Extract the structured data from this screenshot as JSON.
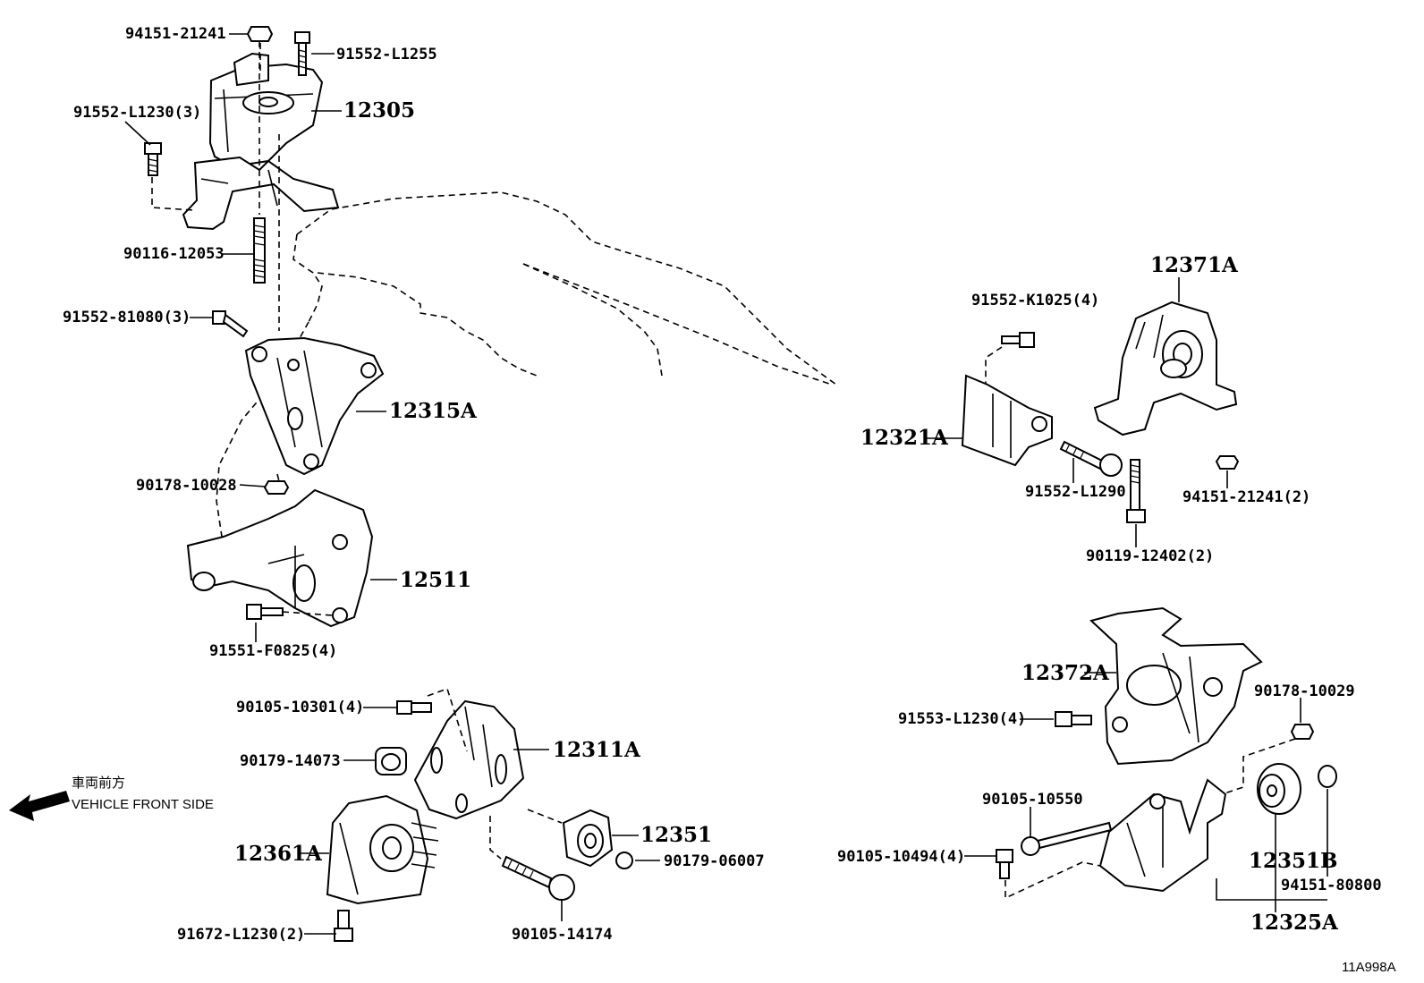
{
  "parts": {
    "p1": "94151-21241",
    "p2": "91552-L1255",
    "p3": "91552-L1230(3)",
    "p4": "12305",
    "p5": "90116-12053",
    "p6": "91552-81080(3)",
    "p7": "12315A",
    "p8": "90178-10028",
    "p9": "12511",
    "p10": "91551-F0825(4)",
    "p11": "90105-10301(4)",
    "p12": "12311A",
    "p13": "90179-14073",
    "p14": "12351",
    "p15": "90179-06007",
    "p16": "12361A",
    "p17": "90105-14174",
    "p18": "91672-L1230(2)",
    "p19": "12371A",
    "p20": "91552-K1025(4)",
    "p21": "12321A",
    "p22": "91552-L1290",
    "p23": "94151-21241(2)",
    "p24": "90119-12402(2)",
    "p25": "12372A",
    "p26": "90178-10029",
    "p27": "91553-L1230(4)",
    "p28": "90105-10550",
    "p29": "90105-10494(4)",
    "p30": "12351B",
    "p31": "94151-80800",
    "p32": "12325A"
  },
  "front_note": {
    "jp": "車両前方",
    "en": "VEHICLE FRONT SIDE"
  },
  "figure_id": "11A998A",
  "icons": {
    "arrow": "vehicle-front-arrow-icon"
  }
}
